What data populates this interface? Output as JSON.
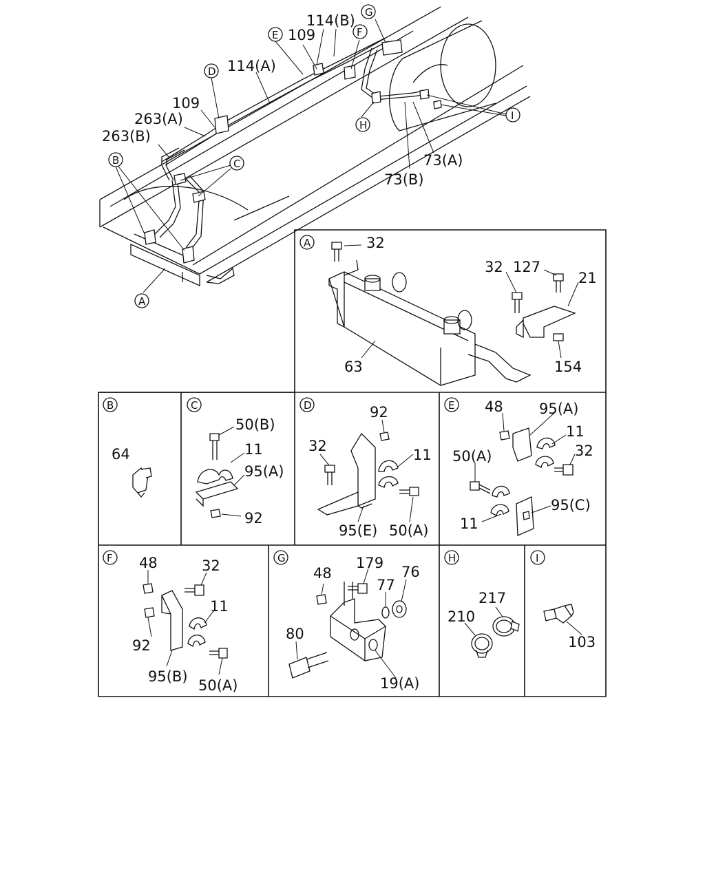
{
  "main_view": {
    "labels": {
      "p114b": "114(B)",
      "p109_top": "109",
      "p114a": "114(A)",
      "p109_left": "109",
      "p263a": "263(A)",
      "p263b": "263(B)",
      "p73a": "73(A)",
      "p73b": "73(B)"
    },
    "callouts": {
      "g": "G",
      "e": "E",
      "f": "F",
      "d": "D",
      "i": "I",
      "h": "H",
      "b": "B",
      "c": "C",
      "a": "A"
    }
  },
  "details": {
    "A": {
      "letter": "A",
      "labels": [
        "32",
        "32",
        "127",
        "21",
        "154",
        "63"
      ]
    },
    "B": {
      "letter": "B",
      "labels": [
        "64"
      ]
    },
    "C": {
      "letter": "C",
      "labels": [
        "50(B)",
        "11",
        "95(A)",
        "92"
      ]
    },
    "D": {
      "letter": "D",
      "labels": [
        "92",
        "32",
        "11",
        "95(E)",
        "50(A)"
      ]
    },
    "E": {
      "letter": "E",
      "labels": [
        "48",
        "95(A)",
        "11",
        "32",
        "50(A)",
        "95(C)",
        "11"
      ]
    },
    "F": {
      "letter": "F",
      "labels": [
        "48",
        "32",
        "11",
        "92",
        "95(B)",
        "50(A)"
      ]
    },
    "G": {
      "letter": "G",
      "labels": [
        "48",
        "179",
        "76",
        "77",
        "80",
        "19(A)"
      ]
    },
    "H": {
      "letter": "H",
      "labels": [
        "217",
        "210"
      ]
    },
    "I": {
      "letter": "I",
      "labels": [
        "103"
      ]
    }
  }
}
